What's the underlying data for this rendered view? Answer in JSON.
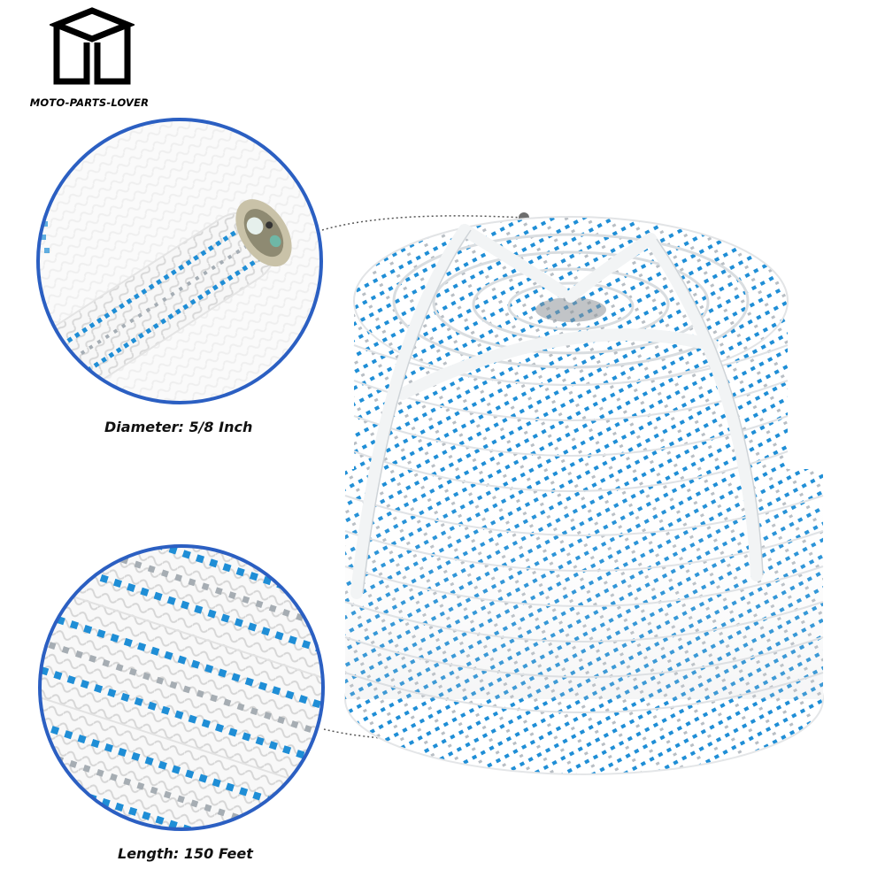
{
  "brand": {
    "name": "MOTO-PARTS-LOVER",
    "logo_icon": "box-logo-icon"
  },
  "product": {
    "rope_color": "#ffffff",
    "accent_color": "#1f8ed6",
    "secondary_fleck_color": "#9aa3ab",
    "circle_border_color": "#2b5fc2",
    "band_color": "#f2f4f5"
  },
  "features": [
    {
      "caption": "Diameter: 5/8 Inch",
      "icon": "rope-end-zoom-icon"
    },
    {
      "caption": "Length: 150 Feet",
      "icon": "rope-weave-zoom-icon"
    }
  ]
}
